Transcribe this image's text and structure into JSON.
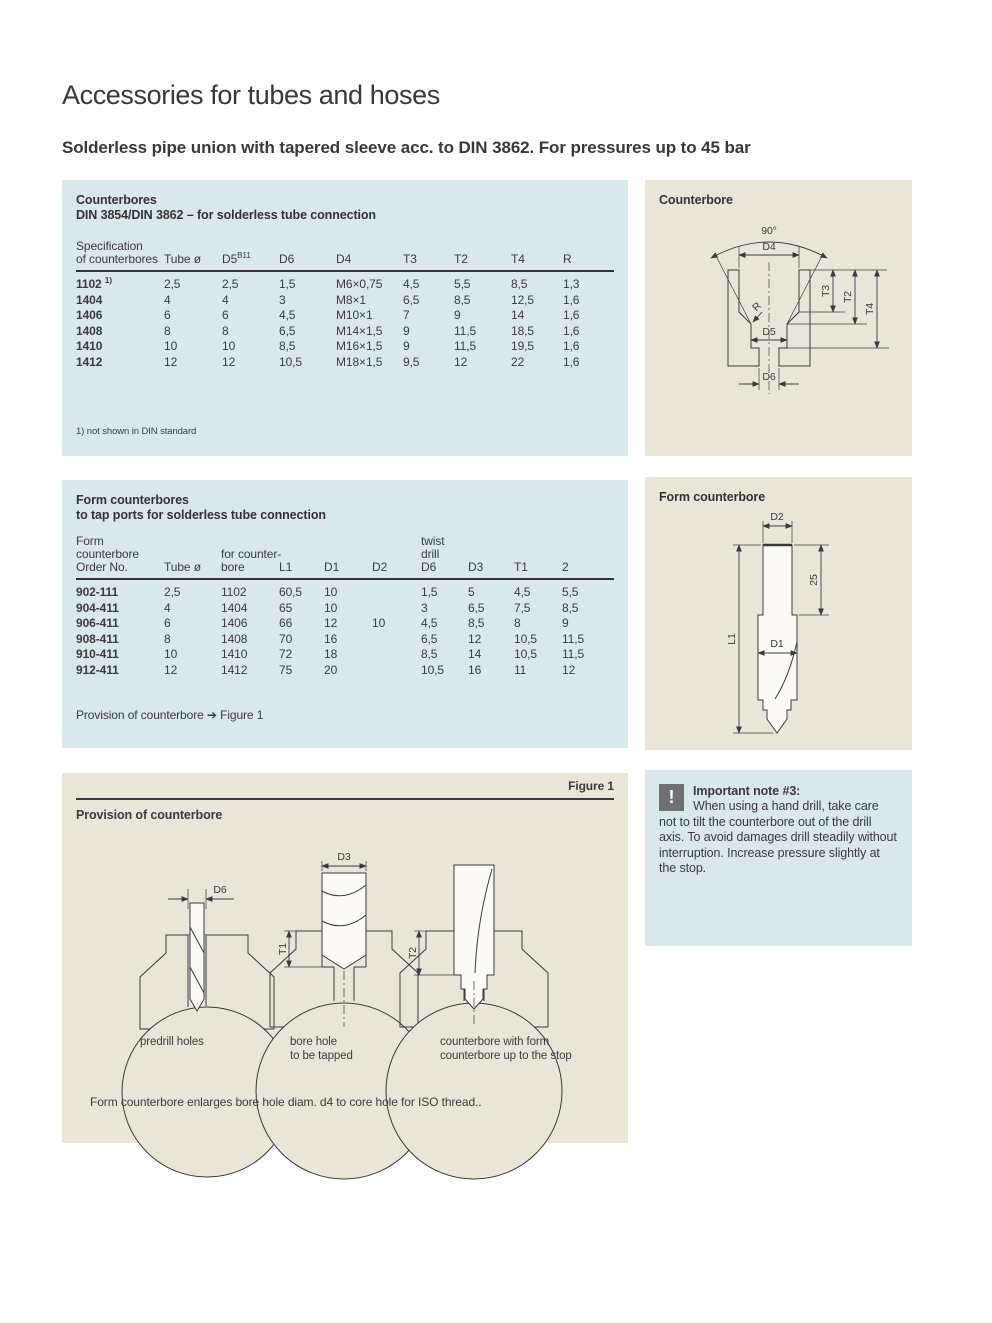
{
  "page": {
    "title": "Accessories for tubes and hoses",
    "subtitle": "Solderless pipe union with tapered sleeve acc. to DIN 3862. For pressures up to 45 bar"
  },
  "counterbores": {
    "heading1": "Counterbores",
    "heading2": "DIN 3854/DIN 3862 – for solderless tube connection",
    "table": {
      "headers": [
        [
          "Specification",
          "of counterbores"
        ],
        [
          "Tube ø"
        ],
        [
          "D5^{B11}"
        ],
        [
          "D6"
        ],
        [
          "D4"
        ],
        [
          "T3"
        ],
        [
          "T2"
        ],
        [
          "T4"
        ],
        [
          "R"
        ]
      ],
      "rows": [
        [
          "1102 ^{1)}",
          "2,5",
          "2,5",
          "1,5",
          "M6×0,75",
          "4,5",
          "5,5",
          "8,5",
          "1,3"
        ],
        [
          "1404",
          "4",
          "4",
          "3",
          "M8×1",
          "6,5",
          "8,5",
          "12,5",
          "1,6"
        ],
        [
          "1406",
          "6",
          "6",
          "4,5",
          "M10×1",
          "7",
          "9",
          "14",
          "1,6"
        ],
        [
          "1408",
          "8",
          "8",
          "6,5",
          "M14×1,5",
          "9",
          "11,5",
          "18,5",
          "1,6"
        ],
        [
          "1410",
          "10",
          "10",
          "8,5",
          "M16×1,5",
          "9",
          "11,5",
          "19,5",
          "1,6"
        ],
        [
          "1412",
          "12",
          "12",
          "10,5",
          "M18×1,5",
          "9,5",
          "12",
          "22",
          "1,6"
        ]
      ]
    },
    "footnote": "1) not shown in DIN standard"
  },
  "counterbore_diagram": {
    "title": "Counterbore",
    "labels": {
      "angle": "90°",
      "d4": "D4",
      "t3": "T3",
      "t2": "T2",
      "t4": "T4",
      "r": "R",
      "d5": "D5",
      "d6": "D6"
    }
  },
  "form_counterbores": {
    "heading1": "Form counterbores",
    "heading2": "to tap ports for solderless tube connection",
    "table": {
      "headers": [
        [
          "Form",
          "counterbore",
          "Order No."
        ],
        [
          "Tube ø"
        ],
        [
          "for counter-",
          "bore"
        ],
        [
          "L1"
        ],
        [
          "D1"
        ],
        [
          "D2"
        ],
        [
          "twist",
          "drill",
          "D6"
        ],
        [
          "D3"
        ],
        [
          "T1"
        ],
        [
          "2"
        ]
      ],
      "rows": [
        [
          "902-111",
          "2,5",
          "1102",
          "60,5",
          "10",
          "",
          "1,5",
          "5",
          "4,5",
          "5,5"
        ],
        [
          "904-411",
          "4",
          "1404",
          "65",
          "10",
          "",
          "3",
          "6,5",
          "7,5",
          "8,5"
        ],
        [
          "906-411",
          "6",
          "1406",
          "66",
          "12",
          "10",
          "4,5",
          "8,5",
          "8",
          "9"
        ],
        [
          "908-411",
          "8",
          "1408",
          "70",
          "16",
          "",
          "6,5",
          "12",
          "10,5",
          "11,5"
        ],
        [
          "910-411",
          "10",
          "1410",
          "72",
          "18",
          "",
          "8,5",
          "14",
          "10,5",
          "11,5"
        ],
        [
          "912-411",
          "12",
          "1412",
          "75",
          "20",
          "",
          "10,5",
          "16",
          "11",
          "12"
        ]
      ]
    },
    "provision_note": "Provision of counterbore ➔ Figure 1"
  },
  "form_counterbore_diagram": {
    "title": "Form counterbore",
    "labels": {
      "d2": "D2",
      "shank_length": "25",
      "l1": "L1",
      "d1": "D1"
    }
  },
  "figure1": {
    "figure_label": "Figure 1",
    "title": "Provision of counterbore",
    "diagram_labels": {
      "d6": "D6",
      "d3": "D3",
      "t1": "T1",
      "t2": "T2"
    },
    "captions": [
      [
        "predrill holes"
      ],
      [
        "bore hole",
        "to be tapped"
      ],
      [
        "counterbore with form",
        "counterbore up to the stop"
      ]
    ],
    "footnote": "Form counterbore enlarges bore hole diam. d4 to core hole for ISO thread.."
  },
  "important_note": {
    "icon_glyph": "!",
    "title": "Important note #3:",
    "body": "When using a hand drill, take care not to tilt the counterbore out of the drill axis. To avoid damages drill steadily without interruption. Increase pressure slightly at the stop."
  },
  "colors": {
    "panel_blue": "#d9e8ea",
    "panel_beige": "#e9e6d8",
    "text": "#3b3b3d",
    "rule": "#323234",
    "note_icon_bg": "#6f7073"
  }
}
